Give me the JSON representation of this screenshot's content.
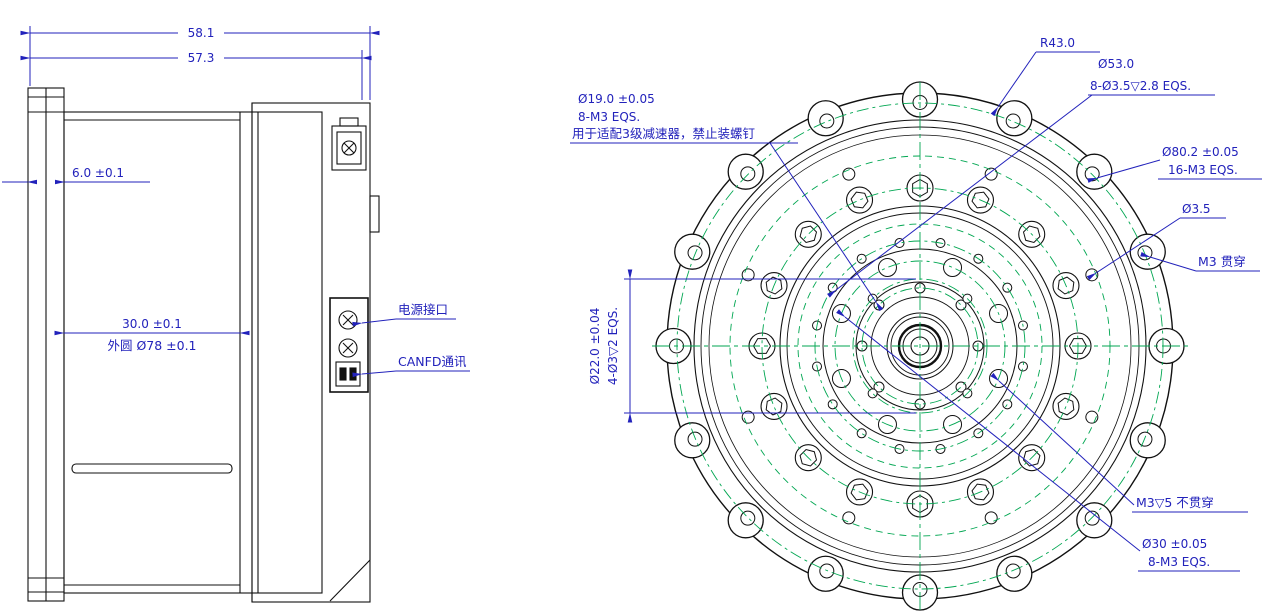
{
  "drawing": {
    "colors": {
      "dimension_text": "#2222bb",
      "centerline": "#00a651",
      "geometry": "#111111",
      "background": "#ffffff"
    },
    "side_view": {
      "dims": {
        "width_total": "58.1",
        "width_body": "57.3",
        "flange_thickness": "6.0 ±0.1",
        "body_depth": "30.0 ±0.1",
        "outer_dia": "外圆 Ø78 ±0.1"
      },
      "labels": {
        "power": "电源接口",
        "canfd": "CANFD通讯"
      }
    },
    "front_view": {
      "callouts": {
        "r43": "R43.0",
        "d53_line1": "Ø53.0",
        "d53_line2": "8-Ø3.5▽2.8 EQS.",
        "d19_line1": "Ø19.0 ±0.05",
        "d19_line2": "8-M3 EQS.",
        "d19_line3": "用于适配3级减速器，禁止装螺钉",
        "d80_line1": "Ø80.2 ±0.05",
        "d80_line2": "16-M3 EQS.",
        "d35": "Ø3.5",
        "m3_through": "M3 贯穿",
        "d22_line1": "Ø22.0 ±0.04",
        "d22_line2": "4-Ø3▽2 EQS.",
        "m3_blind": "M3▽5 不贯穿",
        "d30_line1": "Ø30 ±0.05",
        "d30_line2": "8-M3 EQS."
      }
    }
  }
}
